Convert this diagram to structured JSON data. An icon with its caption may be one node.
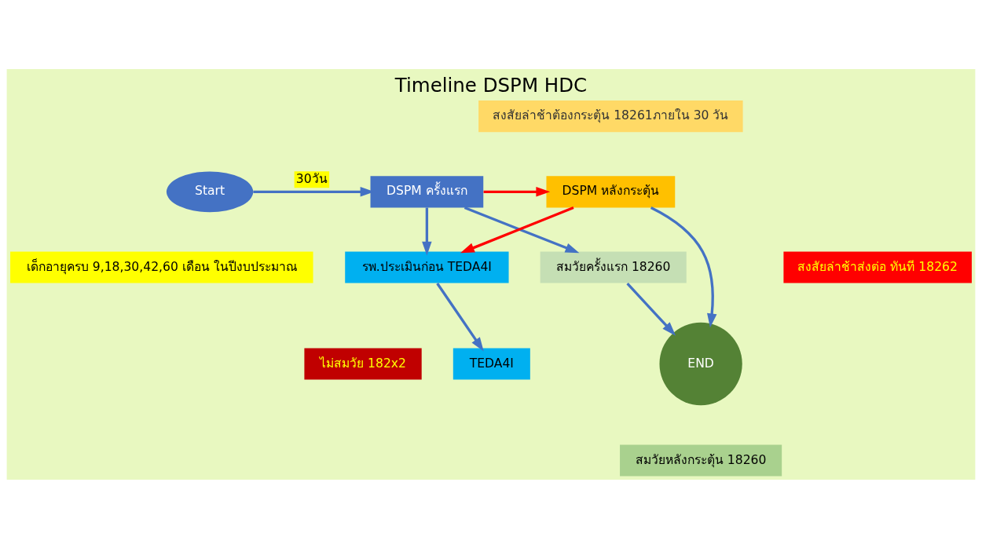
{
  "diagram": {
    "title": "Timeline DSPM HDC",
    "nodes": [
      {
        "text": [
          "Start"
        ]
      },
      {
        "text": [
          "เด็กอายุครบ 9,18,30,42,60 เดือน ในปีงบประมาณ"
        ]
      },
      {
        "text": [
          "DSPM ครั้งแรก"
        ]
      },
      {
        "text": [
          "สงสัยล่าช้าต้องกระตุ้น 18261ภายใน 30 วัน"
        ]
      },
      {
        "text": [
          "สงสัยล่าช้าส่งต่อ ทันที 18262"
        ]
      },
      {
        "text": [
          "DSPM หลังกระตุ้น"
        ]
      },
      {
        "text": [
          "สมวัยครั้งแรก 18260"
        ]
      },
      {
        "text": [
          "รพ.ประเมินก่อน TEDA4I"
        ]
      },
      {
        "text": [
          "ไม่สมวัย 182x2"
        ]
      },
      {
        "text": [
          "TEDA4I"
        ]
      },
      {
        "text": [
          "END"
        ]
      },
      {
        "text": [
          "สมวัยหลังกระตุ้น 18260"
        ]
      }
    ],
    "edges": [
      {
        "from": 0,
        "to": 2,
        "arrow": "to",
        "label": "30วัน"
      },
      {
        "from": 2,
        "to": 5,
        "arrow": "to",
        "color": "#ff0000"
      },
      {
        "from": 2,
        "to": 7,
        "arrow": "to"
      },
      {
        "from": 2,
        "to": 6,
        "arrow": "to"
      },
      {
        "from": 5,
        "to": 7,
        "arrow": "to",
        "color": "#ff0000"
      },
      {
        "from": 7,
        "to": 9,
        "arrow": "to"
      },
      {
        "from": 6,
        "to": 10,
        "arrow": "to"
      },
      {
        "from": 5,
        "to": 10,
        "arrow": "to"
      }
    ]
  }
}
